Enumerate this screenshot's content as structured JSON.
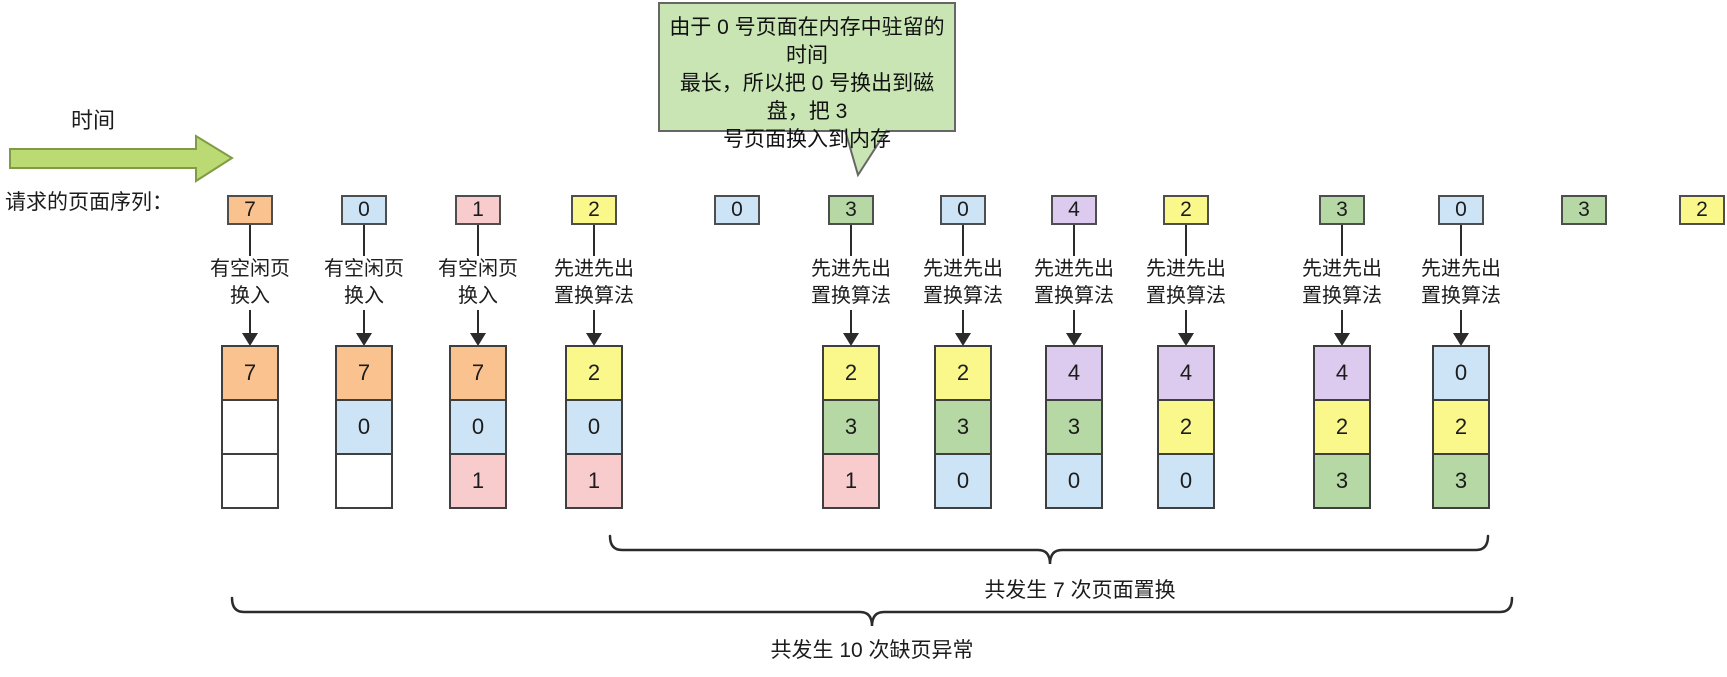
{
  "header": {
    "time_label": "时间",
    "sequence_label": "请求的页面序列："
  },
  "bubble": {
    "lines": [
      "由于 0 号页面在内存中驻留的时间",
      "最长，所以把 0 号换出到磁盘，把 3",
      "号页面换入到内存"
    ]
  },
  "action_labels": {
    "free": "有空闲页\n换入",
    "fifo": "先进先出\n置换算法"
  },
  "page_colors": {
    "7": "#FAC28E",
    "0": "#CDE3F6",
    "1": "#F8CCCC",
    "2": "#FBF88B",
    "3": "#B6D8A4",
    "4": "#DCCBEE"
  },
  "accent_colors": {
    "bubble_fill": "#C9E5B4",
    "bubble_border": "#666666",
    "time_arrow_fill": "#BCDA73",
    "time_arrow_border": "#7F9C44",
    "line_color": "#2b2b2b"
  },
  "columns": [
    {
      "request": "7",
      "action": "free",
      "frames": [
        "7",
        "",
        ""
      ]
    },
    {
      "request": "0",
      "action": "free",
      "frames": [
        "7",
        "0",
        ""
      ]
    },
    {
      "request": "1",
      "action": "free",
      "frames": [
        "7",
        "0",
        "1"
      ]
    },
    {
      "request": "2",
      "action": "fifo",
      "frames": [
        "2",
        "0",
        "1"
      ]
    },
    {
      "request": "0",
      "action": "hit"
    },
    {
      "request": "3",
      "action": "fifo",
      "frames": [
        "2",
        "3",
        "1"
      ]
    },
    {
      "request": "0",
      "action": "fifo",
      "frames": [
        "2",
        "3",
        "0"
      ]
    },
    {
      "request": "4",
      "action": "fifo",
      "frames": [
        "4",
        "3",
        "0"
      ]
    },
    {
      "request": "2",
      "action": "fifo",
      "frames": [
        "4",
        "2",
        "0"
      ]
    },
    {
      "request": "3",
      "action": "fifo",
      "frames": [
        "4",
        "2",
        "3"
      ]
    },
    {
      "request": "0",
      "action": "fifo",
      "frames": [
        "0",
        "2",
        "3"
      ]
    },
    {
      "request": "3",
      "action": "hit"
    },
    {
      "request": "2",
      "action": "hit"
    }
  ],
  "braces": [
    {
      "label": "共发生 7 次页面置换"
    },
    {
      "label": "共发生 10 次缺页异常"
    }
  ]
}
